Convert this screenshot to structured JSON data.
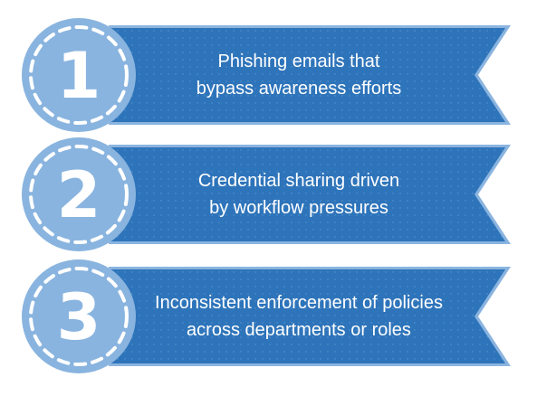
{
  "colors": {
    "banner": "#2e74ba",
    "banner_border": "#8ab4df",
    "circle": "#89b4df",
    "stitch": "#ffffff",
    "text": "#ffffff"
  },
  "items": [
    {
      "number": "1",
      "line1": "Phishing emails that",
      "line2": "bypass awareness efforts"
    },
    {
      "number": "2",
      "line1": "Credential sharing driven",
      "line2": "by workflow pressures"
    },
    {
      "number": "3",
      "line1": "Inconsistent enforcement of policies",
      "line2": "across departments or roles"
    }
  ]
}
